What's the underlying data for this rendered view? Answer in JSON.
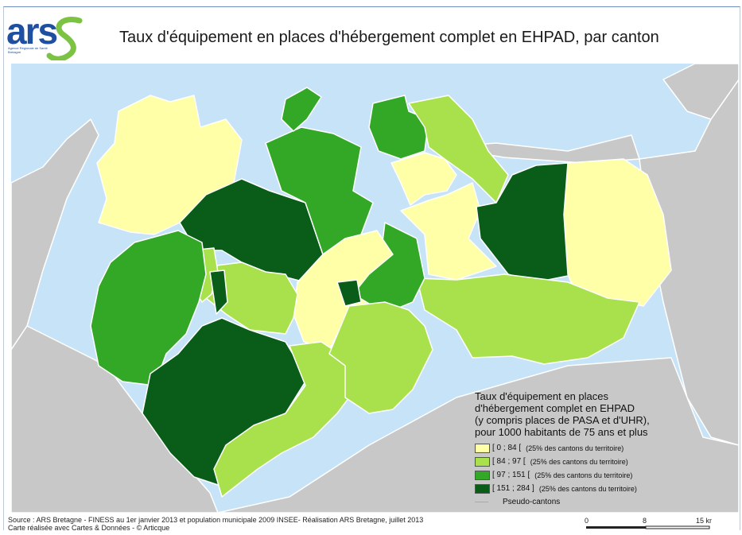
{
  "logo": {
    "text": "ars",
    "subtitle": "Agence Régionale de Santé Bretagne"
  },
  "title": "Taux d'équipement en places d'hébergement complet en EHPAD, par canton",
  "colors": {
    "sea": "#c6e3f7",
    "outside": "#c8c8c8",
    "q1": "#ffffa8",
    "q2": "#a8e14c",
    "q3": "#33a827",
    "q4": "#0a5c19",
    "border": "#ffffff"
  },
  "legend": {
    "title_lines": [
      "Taux d'équipement en places",
      "d'hébergement complet en EHPAD",
      "(y compris places de PASA et d'UHR),",
      "pour 1000 habitants de 75 ans et plus"
    ],
    "classes": [
      {
        "range": "[ 0 ; 84 [",
        "note": "(25% des cantons du territoire)",
        "color": "#ffffa8"
      },
      {
        "range": "[ 84 ; 97 [",
        "note": "(25% des cantons du territoire)",
        "color": "#a8e14c"
      },
      {
        "range": "[ 97 ; 151 [",
        "note": "(25% des cantons du territoire)",
        "color": "#33a827"
      },
      {
        "range": "[ 151 ; 284 ]",
        "note": "(25% des cantons du territoire)",
        "color": "#0a5c19"
      }
    ],
    "pseudo_label": "Pseudo-cantons"
  },
  "source": {
    "line1": "Source : ARS Bretagne - FINESS au 1er janvier 2013 et population municipale 2009 INSEE- Réalisation ARS Bretagne, juillet 2013",
    "line2": "Carte réalisée avec Cartes & Données - © Articque"
  },
  "scale": {
    "labels": [
      "0",
      "8",
      "15 km"
    ]
  }
}
